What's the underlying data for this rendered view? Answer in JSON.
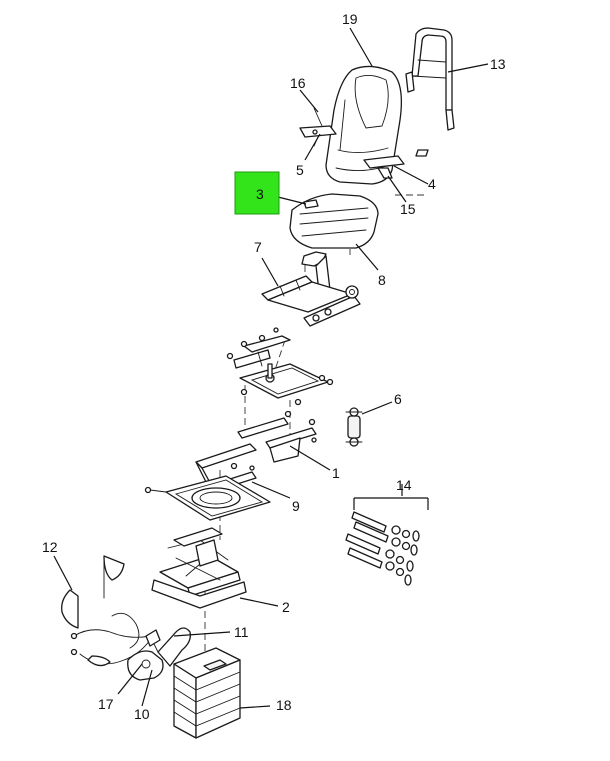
{
  "highlight_color": "#33e41a",
  "callouts": {
    "c1": "1",
    "c2": "2",
    "c3": "3",
    "c4": "4",
    "c5": "5",
    "c6": "6",
    "c7": "7",
    "c8": "8",
    "c9": "9",
    "c10": "10",
    "c11": "11",
    "c12": "12",
    "c13": "13",
    "c14": "14",
    "c15": "15",
    "c16": "16",
    "c17": "17",
    "c18": "18",
    "c19": "19"
  },
  "selected_callout": "3"
}
